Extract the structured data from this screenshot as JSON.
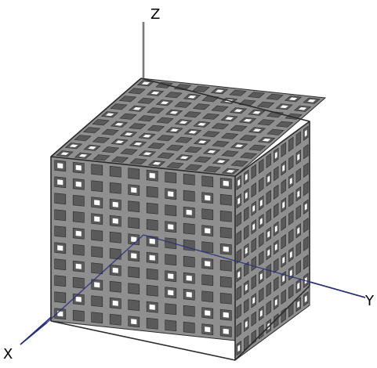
{
  "axes": {
    "x_label": "X",
    "y_label": "Y",
    "z_label": "Z"
  },
  "lattice": {
    "cells_per_edge": 10
  },
  "colors": {
    "background": "#ffffff",
    "axis_x": "#2a2f7a",
    "axis_y": "#2a2f7a",
    "axis_z": "#7a7a7a",
    "cube_face": "#8f8f8f",
    "cube_hole": "#ffffff",
    "cube_edge": "#2b2b2b",
    "cube_hole_shadow": "#5a5a5a"
  }
}
